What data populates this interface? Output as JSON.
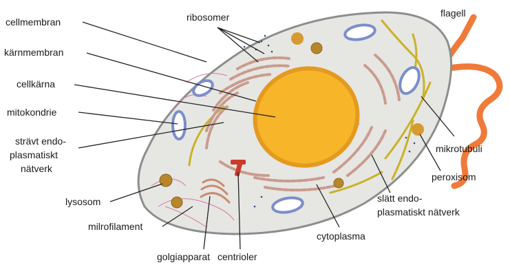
{
  "labels": {
    "cellmembran": "cellmembran",
    "karnmembran": "kärnmembran",
    "cellkarna": "cellkärna",
    "mitokondrie": "mitokondrie",
    "stravt_line1": "strävt endo-",
    "stravt_line2": "plasmatiskt",
    "stravt_line3": "nätverk",
    "lysosom": "lysosom",
    "mikrofilament": "milrofilament",
    "golgiapparat": "golgiapparat",
    "centrioler": "centrioler",
    "ribosomer": "ribosomer",
    "flagell": "flagell",
    "mikrotubuli": "mikrotubuli",
    "peroxisom": "peroxisom",
    "slatt_line1": "slätt endo-",
    "slatt_line2": "plasmatiskt nätverk",
    "cytoplasma": "cytoplasma"
  },
  "colors": {
    "cytoplasm": "#e6e6e3",
    "cell_outline": "#8a8f8c",
    "nucleus": "#f7b52a",
    "nucleus_edge": "#e39a1f",
    "rough_er": "#c99b8c",
    "smooth_er": "#d7a99a",
    "mitochondria": "#7a8ec9",
    "lysosome": "#b8862a",
    "peroxisome": "#d79a31",
    "microtubule": "#c9b227",
    "microfilament": "#d77aa3",
    "golgi": "#c98a70",
    "centriole": "#cc3b2a",
    "flagellum": "#f07a3a",
    "leader": "#222222"
  }
}
